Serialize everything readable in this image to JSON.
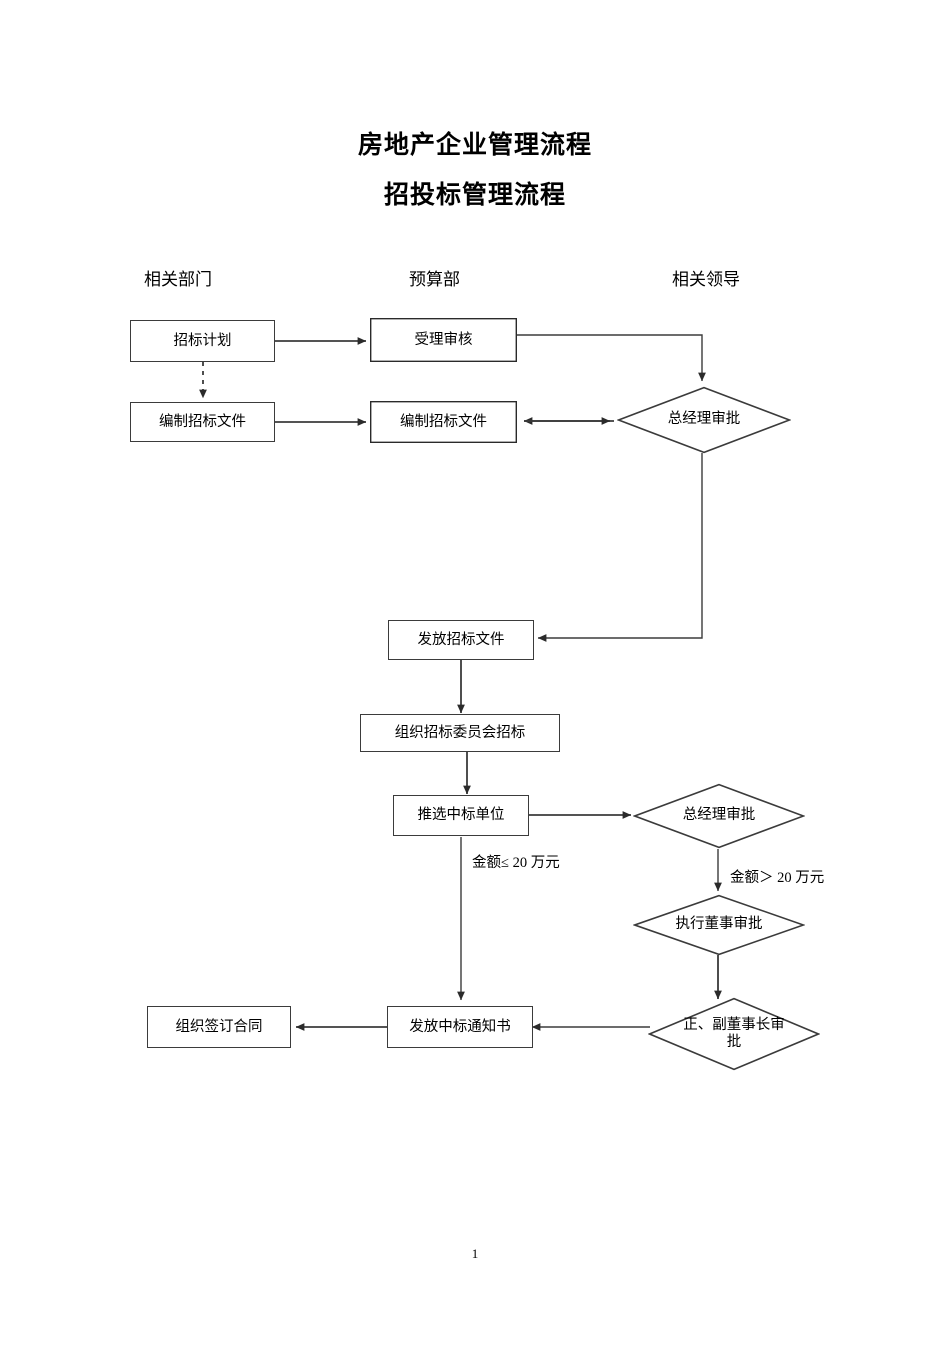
{
  "document": {
    "title_main": "房地产企业管理流程",
    "title_sub": "招投标管理流程",
    "page_number": "1"
  },
  "columns": [
    {
      "id": "related-department",
      "label": "相关部门"
    },
    {
      "id": "budget-department",
      "label": "预算部"
    },
    {
      "id": "related-leaders",
      "label": "相关领导"
    }
  ],
  "nodes": [
    {
      "id": "bid-plan",
      "label": "招标计划",
      "shape": "box",
      "column": "related-department"
    },
    {
      "id": "accept-review",
      "label": "受理审核",
      "shape": "box",
      "column": "budget-department",
      "emphasis": true
    },
    {
      "id": "prepare-bid-docs-left",
      "label": "编制招标文件",
      "shape": "box",
      "column": "related-department"
    },
    {
      "id": "prepare-bid-docs-mid",
      "label": "编制招标文件",
      "shape": "box",
      "column": "budget-department",
      "emphasis": true
    },
    {
      "id": "gm-approval-1",
      "label": "总经理审批",
      "shape": "diamond",
      "column": "related-leaders"
    },
    {
      "id": "issue-bid-docs",
      "label": "发放招标文件",
      "shape": "box",
      "column": "budget-department"
    },
    {
      "id": "organize-bid-committee",
      "label": "组织招标委员会招标",
      "shape": "box",
      "column": "budget-department"
    },
    {
      "id": "select-winning-bidder",
      "label": "推选中标单位",
      "shape": "box",
      "column": "budget-department"
    },
    {
      "id": "gm-approval-2",
      "label": "总经理审批",
      "shape": "diamond",
      "column": "related-leaders"
    },
    {
      "id": "executive-director-approval",
      "label": "执行董事审批",
      "shape": "diamond",
      "column": "related-leaders"
    },
    {
      "id": "chairman-vice-chairman-approval",
      "label": "正、副董事长审批",
      "shape": "diamond",
      "column": "related-leaders"
    },
    {
      "id": "issue-award-notice",
      "label": "发放中标通知书",
      "shape": "box",
      "column": "budget-department"
    },
    {
      "id": "organize-contract-signing",
      "label": "组织签订合同",
      "shape": "box",
      "column": "related-department"
    }
  ],
  "edges": [
    {
      "from": "bid-plan",
      "to": "accept-review",
      "style": "solid",
      "label": ""
    },
    {
      "from": "bid-plan",
      "to": "prepare-bid-docs-left",
      "style": "dashed",
      "label": ""
    },
    {
      "from": "accept-review",
      "to": "gm-approval-1",
      "style": "solid",
      "label": ""
    },
    {
      "from": "prepare-bid-docs-left",
      "to": "prepare-bid-docs-mid",
      "style": "solid",
      "label": ""
    },
    {
      "from": "gm-approval-1",
      "to": "prepare-bid-docs-mid",
      "style": "solid",
      "label": ""
    },
    {
      "from": "gm-approval-1",
      "to": "issue-bid-docs",
      "style": "solid",
      "label": ""
    },
    {
      "from": "issue-bid-docs",
      "to": "organize-bid-committee",
      "style": "solid",
      "label": ""
    },
    {
      "from": "organize-bid-committee",
      "to": "select-winning-bidder",
      "style": "solid",
      "label": ""
    },
    {
      "from": "select-winning-bidder",
      "to": "gm-approval-2",
      "style": "solid",
      "label": ""
    },
    {
      "from": "select-winning-bidder",
      "to": "issue-award-notice",
      "style": "solid",
      "label": "金额≤ 20 万元"
    },
    {
      "from": "gm-approval-2",
      "to": "executive-director-approval",
      "style": "solid",
      "label": "金额＞ 20 万元"
    },
    {
      "from": "executive-director-approval",
      "to": "chairman-vice-chairman-approval",
      "style": "solid",
      "label": ""
    },
    {
      "from": "chairman-vice-chairman-approval",
      "to": "issue-award-notice",
      "style": "solid",
      "label": ""
    },
    {
      "from": "issue-award-notice",
      "to": "organize-contract-signing",
      "style": "solid",
      "label": ""
    }
  ],
  "edge_labels": {
    "amount_le": "金额≤ 20 万元",
    "amount_gt": "金额＞ 20 万元"
  },
  "colors": {
    "line": "#3b3b3b",
    "text": "#000000",
    "background": "#ffffff"
  }
}
